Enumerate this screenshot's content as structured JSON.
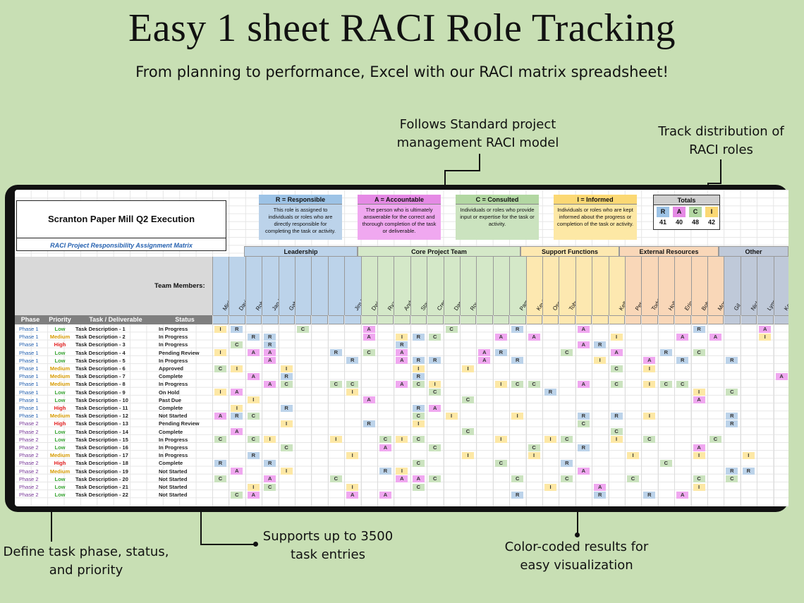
{
  "page": {
    "title": "Easy 1 sheet RACI Role Tracking",
    "subtitle": "From planning to performance, Excel with our RACI matrix spreadsheet!"
  },
  "callouts": {
    "standard_model": "Follows Standard project management RACI model",
    "distribution": "Track distribution of RACI roles",
    "task_entries": "Supports up to 3500 task entries",
    "color_coded": "Color-coded results for easy visualization",
    "define_phase": "Define task phase, status, and priority"
  },
  "sheet": {
    "project_title": "Scranton Paper Mill Q2 Execution",
    "project_subtitle": "RACI Project Responsibility Assignment Matrix",
    "team_members_label": "Team Members:",
    "legend": [
      {
        "key": "R",
        "title": "R = Responsible",
        "text": "This role is assigned to individuals or roles who are directly responsible for completing the task or activity.",
        "color": "#bcd3ea",
        "head": "#9dc3e6"
      },
      {
        "key": "A",
        "title": "A = Accountable",
        "text": "The person who is ultimately answerable for the correct and thorough completion of the task or deliverable.",
        "color": "#f0a8f0",
        "head": "#e58ae5"
      },
      {
        "key": "C",
        "title": "C = Consulted",
        "text": "Individuals or roles who provide input or expertise for the task or activity.",
        "color": "#cbe3bf",
        "head": "#b2d7a2"
      },
      {
        "key": "I",
        "title": "I = Informed",
        "text": "Individuals or roles who are kept informed about the progress or completion of the task or activity.",
        "color": "#fde8a5",
        "head": "#fbd874"
      }
    ],
    "totals": {
      "title": "Totals",
      "items": [
        {
          "label": "R",
          "value": "41",
          "color": "#9dc3e6"
        },
        {
          "label": "A",
          "value": "40",
          "color": "#e58ae5"
        },
        {
          "label": "C",
          "value": "48",
          "color": "#b2d7a2"
        },
        {
          "label": "I",
          "value": "42",
          "color": "#fbd874"
        }
      ]
    },
    "groups": [
      {
        "name": "Leadership",
        "color": "#bcd3ea"
      },
      {
        "name": "Core Project Team",
        "color": "#d4e8c8"
      },
      {
        "name": "Support Functions",
        "color": "#fde8b0"
      },
      {
        "name": "External Resources",
        "color": "#f9d7b8"
      },
      {
        "name": "Other",
        "color": "#bfc9d9"
      }
    ],
    "members": [
      "Michael Scott",
      "David Wallace",
      "Robert California",
      "Jan Levinson",
      "Gabe Lewis",
      "",
      "",
      "",
      "Jim Halpert",
      "Dwight Schrute",
      "Ryan Howard",
      "Andy Bernard",
      "Stanley Hudson",
      "Creed Bratton",
      "Darryl Philbin",
      "Roy Anderson",
      "",
      "",
      "Pam Beesly",
      "Kevin Malone",
      "Oscar Martinez",
      "Toby Flenderson",
      "",
      "",
      "Kelly Kapoor",
      "Pete Miller",
      "Todd Packer",
      "Holly Flax",
      "Erin Hannon",
      "Bob Vance",
      "Mose",
      "Gil",
      "Nick",
      "Lynn",
      "Karen"
    ],
    "headers": {
      "phase": "Phase",
      "priority": "Priority",
      "task": "Task / Deliverable",
      "status": "Status"
    },
    "rows": [
      {
        "phase": "Phase 1",
        "priority": "Low",
        "task": "Task Description - 1",
        "status": "In Progress",
        "cells": "IR   C   A    C   R   A      R   A    "
      },
      {
        "phase": "Phase 1",
        "priority": "Medium",
        "task": "Task Description - 2",
        "status": "In Progress",
        "cells": "  RR     A IRC   A A    I   A A  I   "
      },
      {
        "phase": "Phase 1",
        "priority": "High",
        "task": "Task Description - 3",
        "status": "In Progress",
        "cells": " C R       R          AR           C"
      },
      {
        "phase": "Phase 1",
        "priority": "Low",
        "task": "Task Description - 4",
        "status": "Pending Review",
        "cells": "I AA   R C A    AR   C  A  R C    "
      },
      {
        "phase": "Phase 1",
        "priority": "Low",
        "task": "Task Description - 5",
        "status": "In Progress",
        "cells": "   A    R  ARR  A R    I  A R  R  "
      },
      {
        "phase": "Phase 1",
        "priority": "Medium",
        "task": "Task Description - 6",
        "status": "Approved",
        "cells": "CI  I       I  I        C I       "
      },
      {
        "phase": "Phase 1",
        "priority": "Medium",
        "task": "Task Description - 7",
        "status": "Complete",
        "cells": "  A R       R                     A"
      },
      {
        "phase": "Phase 1",
        "priority": "Medium",
        "task": "Task Description - 8",
        "status": "In Progress",
        "cells": "   AC  CC  ACI   ICC  A C ICC    "
      },
      {
        "phase": "Phase 1",
        "priority": "Low",
        "task": "Task Description - 9",
        "status": "On Hold",
        "cells": "IA      I    C      R        I C "
      },
      {
        "phase": "Phase 1",
        "priority": "Low",
        "task": "Task Description - 10",
        "status": "Past Due",
        "cells": "  I      A     C             A   "
      },
      {
        "phase": "Phase 1",
        "priority": "High",
        "task": "Task Description - 11",
        "status": "Complete",
        "cells": " I  R       RA                   "
      },
      {
        "phase": "Phase 1",
        "priority": "Medium",
        "task": "Task Description - 12",
        "status": "Not Started",
        "cells": "ARC         C I   I   R R I    R"
      },
      {
        "phase": "Phase 2",
        "priority": "High",
        "task": "Task Description - 13",
        "status": "Pending Review",
        "cells": "    I    R  I         C        R "
      },
      {
        "phase": "Phase 2",
        "priority": "Low",
        "task": "Task Description - 14",
        "status": "Complete",
        "cells": " A             C        C       "
      },
      {
        "phase": "Phase 2",
        "priority": "Low",
        "task": "Task Description - 15",
        "status": "In Progress",
        "cells": "C CI   I  CIC    I  IC  I C   C "
      },
      {
        "phase": "Phase 2",
        "priority": "Low",
        "task": "Task Description - 16",
        "status": "In Progress",
        "cells": "    C     A  C     C  R      A   "
      },
      {
        "phase": "Phase 2",
        "priority": "Medium",
        "task": "Task Description - 17",
        "status": "In Progress",
        "cells": "  R     I      I   I     I   I  I"
      },
      {
        "phase": "Phase 2",
        "priority": "High",
        "task": "Task Description - 18",
        "status": "Complete",
        "cells": "R  R        C    C   R     C     "
      },
      {
        "phase": "Phase 2",
        "priority": "Medium",
        "task": "Task Description - 19",
        "status": "Not Started",
        "cells": " A  I     RI          A        RR"
      },
      {
        "phase": "Phase 2",
        "priority": "Low",
        "task": "Task Description - 20",
        "status": "Not Started",
        "cells": "C  A   C   AAC    C  C   C   C C"
      },
      {
        "phase": "Phase 2",
        "priority": "Low",
        "task": "Task Description - 21",
        "status": "Not Started",
        "cells": "  IC    I   C       I  A     I   "
      },
      {
        "phase": "Phase 2",
        "priority": "Low",
        "task": "Task Description - 22",
        "status": "Not Started",
        "cells": " CA     A A       R    R  R A   "
      }
    ]
  }
}
